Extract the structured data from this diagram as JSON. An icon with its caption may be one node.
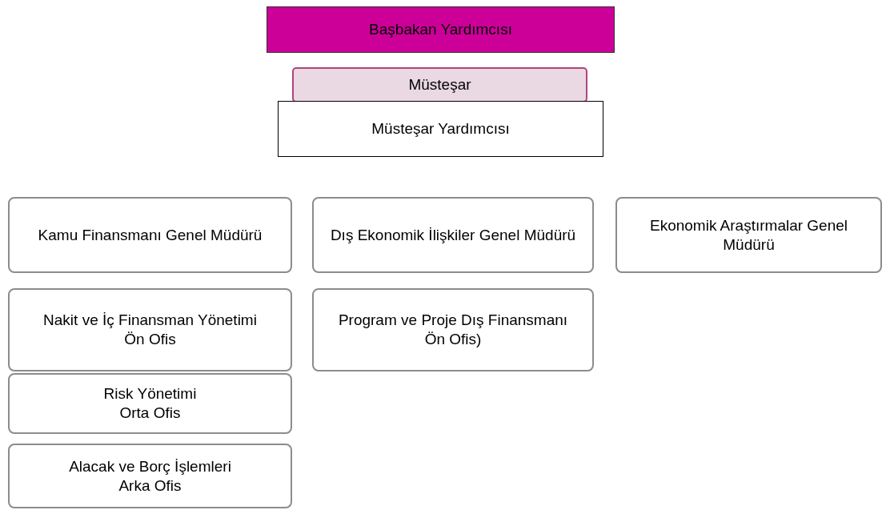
{
  "diagram": {
    "nodes": [
      {
        "text": [
          "Başbakan Yardımcısı"
        ]
      },
      {
        "text": [
          "Müsteşar"
        ]
      },
      {
        "text": [
          "Müsteşar Yardımcısı"
        ]
      },
      {
        "text": [
          "Kamu Finansmanı Genel Müdürü"
        ]
      },
      {
        "text": [
          "Dış Ekonomik İlişkiler Genel Müdürü"
        ]
      },
      {
        "text": [
          "Ekonomik Araştırmalar Genel Müdürü"
        ]
      },
      {
        "text": [
          "Nakit ve İç Finansman Yönetimi",
          "Ön Ofis"
        ]
      },
      {
        "text": [
          "Program ve Proje Dış Finansmanı",
          "Ön Ofis)"
        ]
      },
      {
        "text": [
          "Risk Yönetimi",
          "Orta Ofis"
        ]
      },
      {
        "text": [
          "Alacak ve Borç İşlemleri",
          "Arka Ofis"
        ]
      }
    ]
  }
}
